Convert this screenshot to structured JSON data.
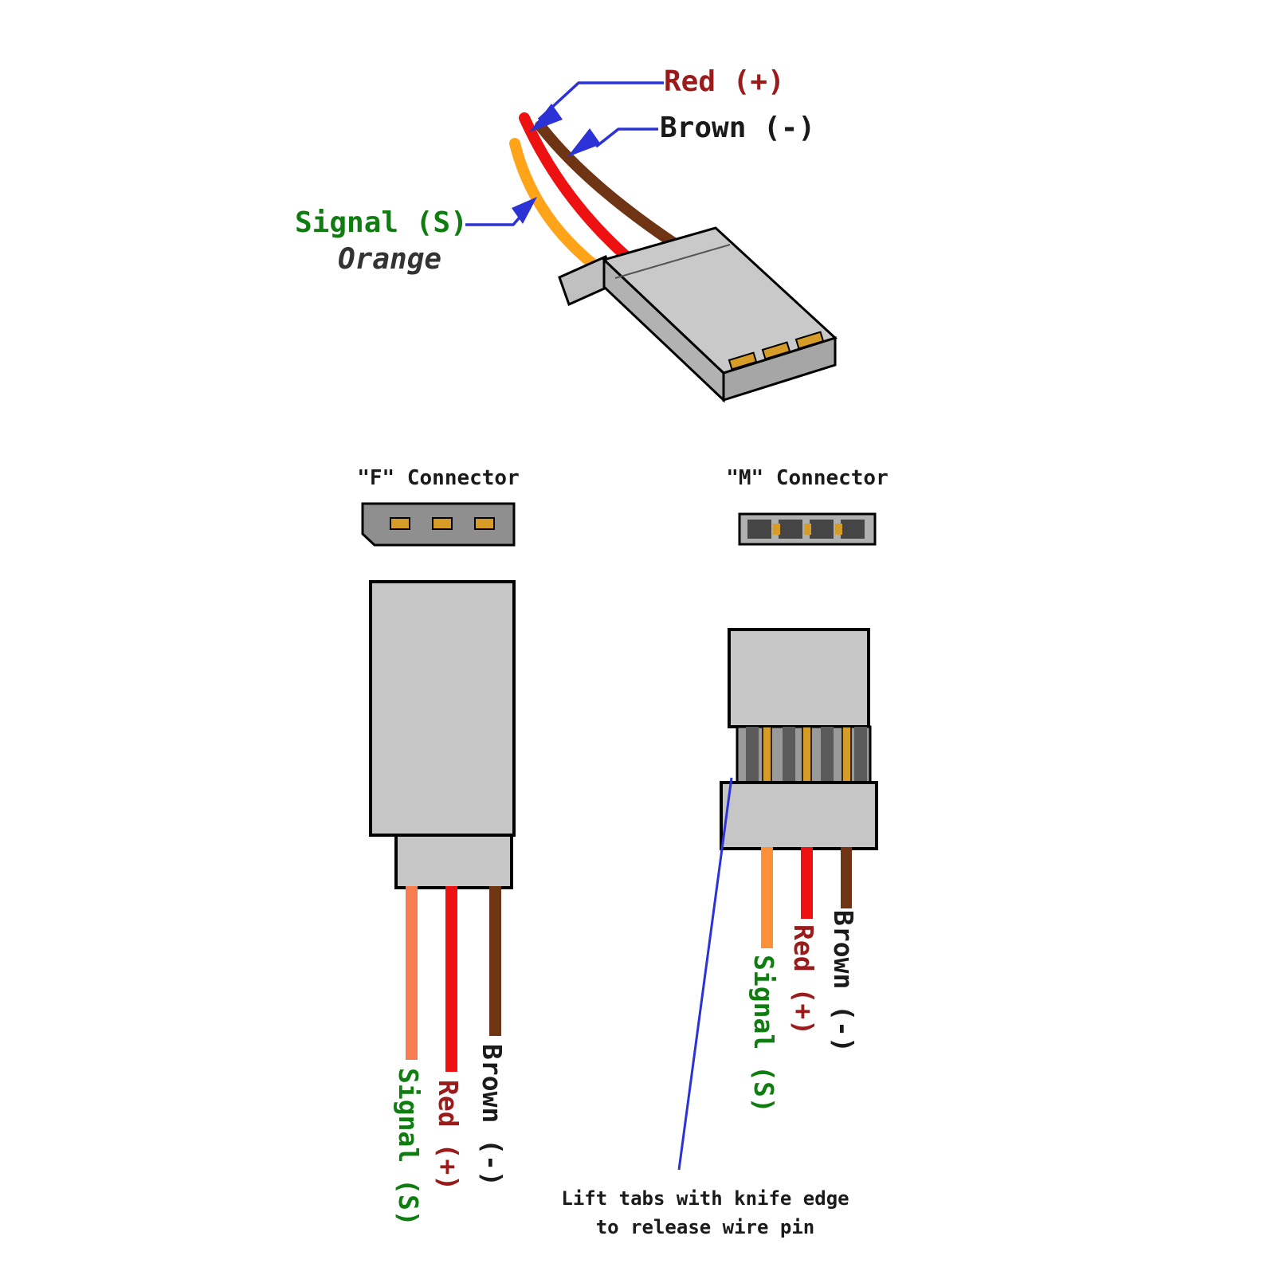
{
  "top_diagram": {
    "red_label": "Red (+)",
    "brown_label": "Brown (-)",
    "signal_label": "Signal (S)",
    "signal_sub_label": "Orange"
  },
  "f_connector": {
    "title": "\"F\" Connector",
    "wire_labels": {
      "signal": "Signal (S)",
      "red": "Red (+)",
      "brown": "Brown (-)"
    }
  },
  "m_connector": {
    "title": "\"M\" Connector",
    "wire_labels": {
      "signal": "Signal (S)",
      "red": "Red (+)",
      "brown": "Brown (-)"
    }
  },
  "note": {
    "line1": "Lift tabs with knife edge",
    "line2": "to release wire pin"
  },
  "colors": {
    "label_red": "#9b1b1b",
    "label_green": "#0f7d0f",
    "label_black": "#1a1a1a",
    "callout_blue": "#2b32d6",
    "wire_red": "#ee1111",
    "wire_orange": "#ffa319",
    "wire_salmon": "#f77d4e",
    "wire_brown": "#6e3413",
    "connector_gray": "#c6c6c6",
    "connector_dark_gray": "#8f8f8f",
    "contact_gold": "#d79c27"
  }
}
